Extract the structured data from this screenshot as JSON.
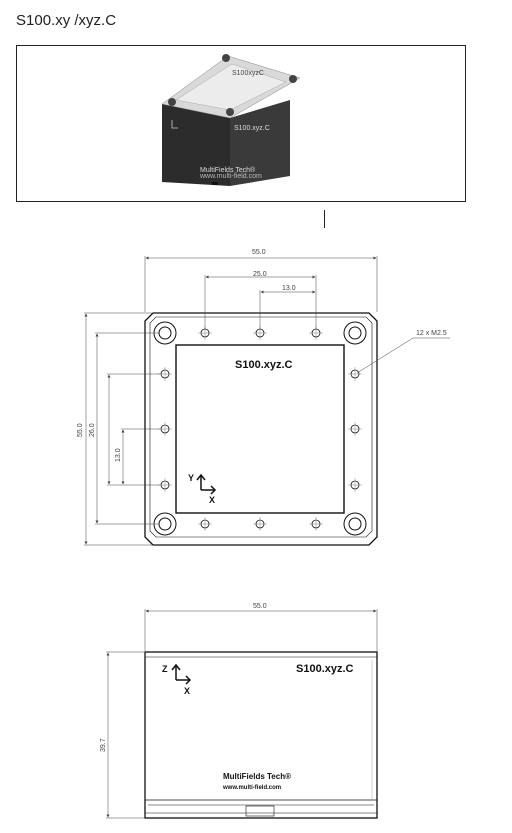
{
  "page_title": "S100.xy /xyz.C",
  "photo": {
    "top_label": "S100xyzC",
    "front_label": "S100.xyz.C",
    "brand": "MultiFields Tech®",
    "website": "www.multi-field.com"
  },
  "top_view": {
    "dim_overall_width": "55.0",
    "dim_hole_span_outer": "25.0",
    "dim_hole_span_inner": "13.0",
    "dim_overall_height": "55.0",
    "dim_hole_vert_outer": "26.0",
    "dim_hole_vert_inner": "13.0",
    "thread_callout": "12 x M2.5",
    "model_label": "S100.xyz.C",
    "axis_y": "Y",
    "axis_x": "X"
  },
  "side_view": {
    "dim_width": "55.0",
    "dim_height": "39.7",
    "model_label": "S100.xyz.C",
    "axis_z": "Z",
    "axis_x": "X",
    "brand": "MultiFields Tech®",
    "website": "www.multi-field.com"
  }
}
